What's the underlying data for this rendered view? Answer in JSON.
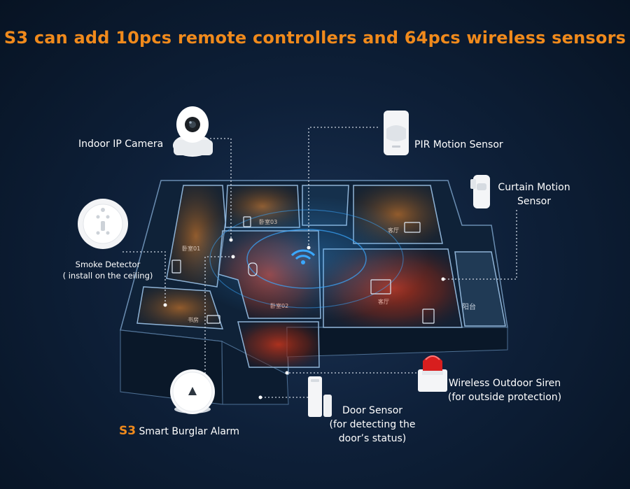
{
  "headline": "S3 can add 10pcs remote controllers and 64pcs wireless sensors",
  "colors": {
    "accent": "#f08a1c",
    "background": "#0e2039",
    "wall": "#8fb3d6",
    "wifi": "#3aa8ff"
  },
  "devices": {
    "camera": {
      "label": "Indoor IP Camera",
      "icon": "ip-camera-icon"
    },
    "pir": {
      "label": "PIR Motion Sensor",
      "icon": "pir-sensor-icon"
    },
    "curtain": {
      "line1": "Curtain Motion",
      "line2": "Sensor",
      "icon": "curtain-sensor-icon"
    },
    "smoke": {
      "line1": "Smoke Detector",
      "line2": "( install on the ceiling)",
      "icon": "smoke-detector-icon"
    },
    "hub": {
      "brand": "S3",
      "label": "Smart Burglar Alarm",
      "icon": "alarm-hub-icon"
    },
    "siren": {
      "line1": "Wireless Outdoor Siren",
      "line2": "(for outside protection)",
      "icon": "siren-icon"
    },
    "door": {
      "line1": "Door Sensor",
      "line2": "(for detecting the",
      "line3": "door’s status)",
      "icon": "door-sensor-icon"
    }
  },
  "rooms": {
    "r1": "卧室01",
    "r2": "卧室03",
    "r3": "书房",
    "r4": "卧室02",
    "r5": "客厅",
    "r6": "阳台",
    "r7": "客厅"
  }
}
